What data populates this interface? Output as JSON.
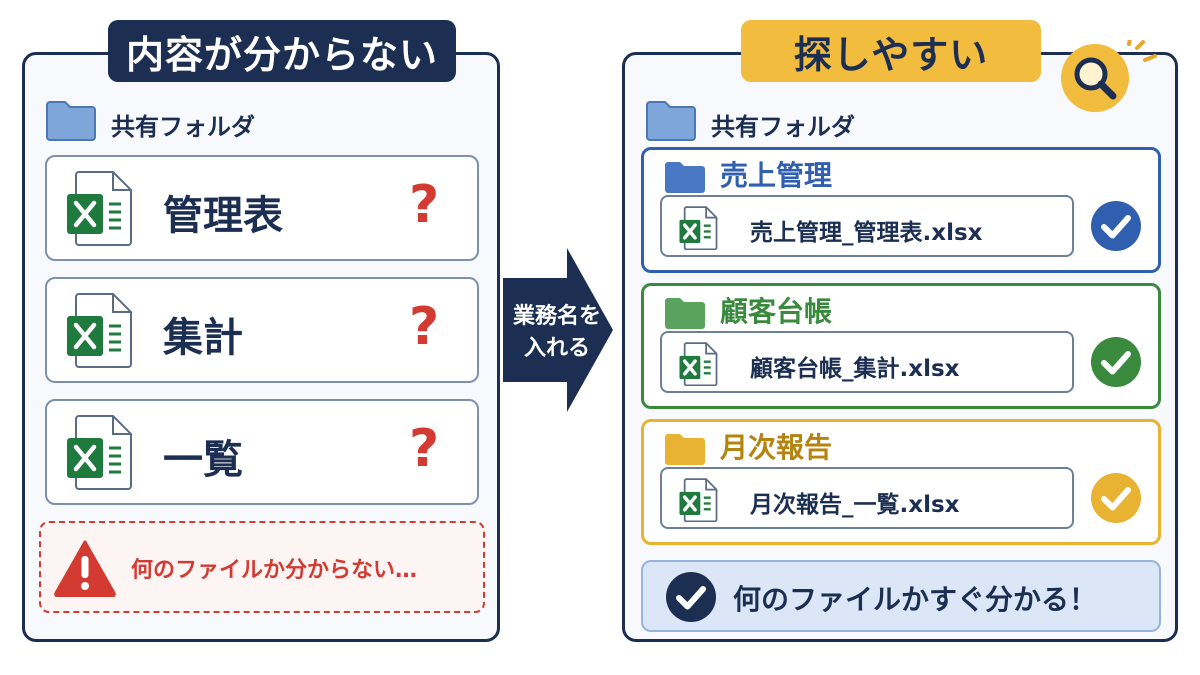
{
  "left_panel": {
    "title": "内容が分からない",
    "folder_label": "共有フォルダ",
    "files": [
      {
        "name": "管理表",
        "icon": "excel-icon",
        "status_mark": "?"
      },
      {
        "name": "集計",
        "icon": "excel-icon",
        "status_mark": "?"
      },
      {
        "name": "一覧",
        "icon": "excel-icon",
        "status_mark": "?"
      }
    ],
    "warning_text": "何のファイルか分からない…",
    "warning_icon": "warning-icon"
  },
  "arrow": {
    "line1": "業務名を",
    "line2": "入れる"
  },
  "right_panel": {
    "title": "探しやすい",
    "badge_icon": "magnifier-icon",
    "folder_label": "共有フォルダ",
    "categories": [
      {
        "name": "売上管理",
        "file": "売上管理_管理表.xlsx",
        "color": "#2f5fae",
        "icon": "check-icon"
      },
      {
        "name": "顧客台帳",
        "file": "顧客台帳_集計.xlsx",
        "color": "#3a8a3e",
        "icon": "check-icon"
      },
      {
        "name": "月次報告",
        "file": "月次報告_一覧.xlsx",
        "color": "#e8b232",
        "icon": "check-icon"
      }
    ],
    "success_text": "何のファイルかすぐ分かる！"
  },
  "colors": {
    "navy": "#1c2f52",
    "alert_red": "#d23a32",
    "gold": "#f2bc3e",
    "excel_green": "#1e7a3d",
    "folder_blue": "#7ea6d8"
  }
}
